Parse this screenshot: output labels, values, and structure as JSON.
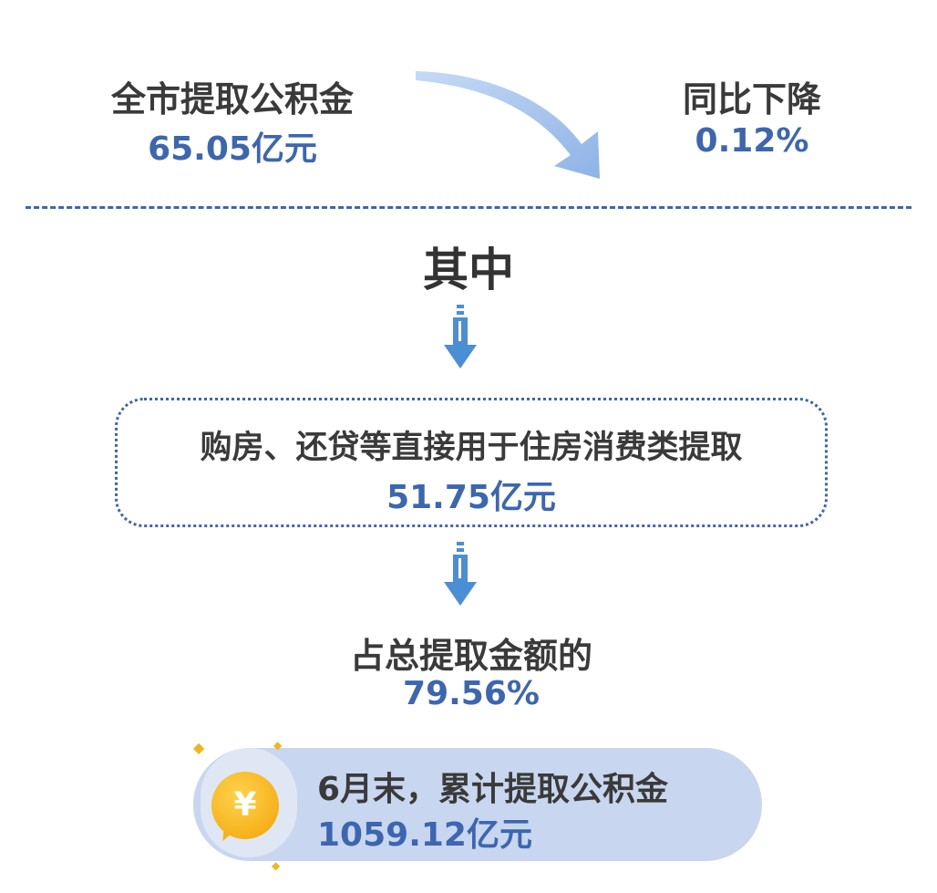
{
  "header": {
    "total_label": "全市提取公积金",
    "total_value": "65.05亿元",
    "yoy_label": "同比下降",
    "yoy_value": "0.12%"
  },
  "section": {
    "title": "其中"
  },
  "housing": {
    "label": "购房、还贷等直接用于住房消费类提取",
    "value": "51.75亿元"
  },
  "share": {
    "label": "占总提取金额的",
    "value": "79.56%"
  },
  "cumulative": {
    "coin_symbol": "¥",
    "label": "6月末，累计提取公积金",
    "value": "1059.12亿元"
  },
  "colors": {
    "accent_blue": "#3c66b0",
    "arrow_blue": "#4a8fd6",
    "coin_gold": "#f6b21b",
    "pill_bg": "#c8d6f0"
  },
  "icons": {
    "curve_arrow": "curved-down-arrow-icon",
    "down_arrow": "down-arrow-icon",
    "coin": "yuan-coin-icon",
    "sparkle": "sparkle-icon"
  }
}
